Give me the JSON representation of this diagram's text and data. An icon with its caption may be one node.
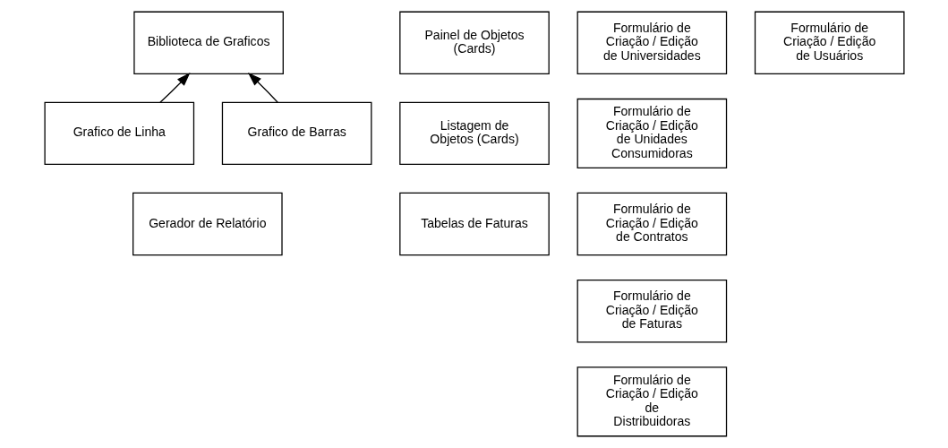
{
  "diagram": {
    "nodes": [
      {
        "text": [
          "Biblioteca de Graficos"
        ]
      },
      {
        "text": [
          "Grafico de Linha"
        ]
      },
      {
        "text": [
          "Grafico de Barras"
        ]
      },
      {
        "text": [
          "Gerador de Relatório"
        ]
      },
      {
        "text": [
          "Painel de Objetos (Cards)"
        ]
      },
      {
        "text": [
          "Listagem de Objetos (Cards)"
        ]
      },
      {
        "text": [
          "Tabelas de Faturas"
        ]
      },
      {
        "text": [
          "Formulário de Criação / Edição de Universidades"
        ]
      },
      {
        "text": [
          "Formulário de Criação / Edição de Usuários"
        ]
      },
      {
        "text": [
          "Formulário de Criação / Edição de Unidades Consumidoras"
        ]
      },
      {
        "text": [
          "Formulário de Criação / Edição de Contratos"
        ]
      },
      {
        "text": [
          "Formulário de Criação / Edição de Faturas"
        ]
      },
      {
        "text": [
          "Formulário de Criação / Edição de Distribuidoras"
        ]
      }
    ],
    "edges": [
      {
        "from": 1,
        "to": 0,
        "arrow": "to"
      },
      {
        "from": 2,
        "to": 0,
        "arrow": "to"
      }
    ]
  }
}
